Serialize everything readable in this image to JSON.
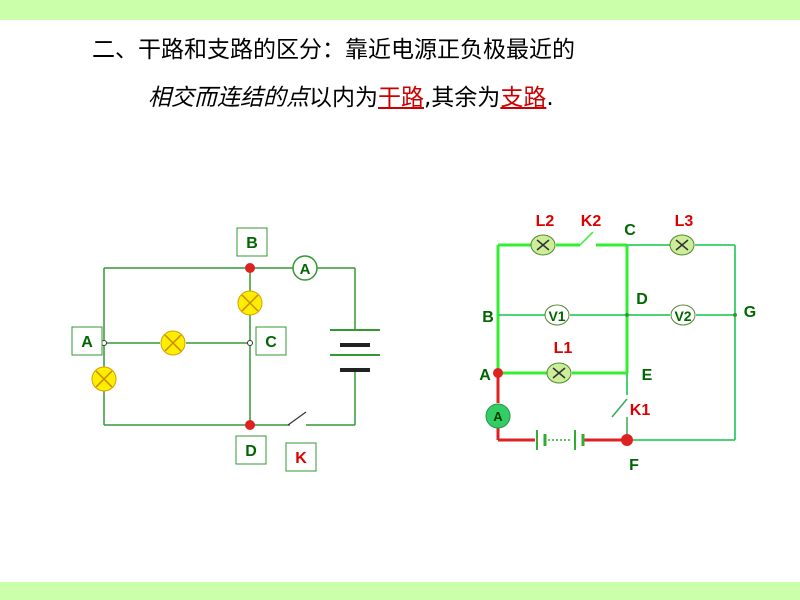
{
  "heading": {
    "line1": "二、干路和支路的区分：靠近电源正负极最近的",
    "line2_italic": "相交而连结的点",
    "line2_mid": "以内为",
    "trunk": "干路",
    "comma": ",其余为",
    "branch": "支路",
    "period": "."
  },
  "left_circuit": {
    "labels": {
      "B": "B",
      "A": "A",
      "C": "C",
      "D": "D",
      "K": "K",
      "ammeter": "A"
    }
  },
  "right_circuit": {
    "labels": {
      "L2": "L2",
      "K2": "K2",
      "C": "C",
      "L3": "L3",
      "B": "B",
      "V1": "V1",
      "D": "D",
      "V2": "V2",
      "G": "G",
      "L1": "L1",
      "A": "A",
      "E": "E",
      "K1": "K1",
      "ammeter": "A",
      "F": "F"
    }
  },
  "colors": {
    "band": "#ccffaa",
    "wire_left": "#339933",
    "wire_bright": "#33ee33",
    "wire_main": "#33cc66",
    "wire_red": "#dd2222",
    "node": "#dd2222",
    "label_green": "#006600",
    "label_red": "#dd0000",
    "lamp_yellow": "#ffee00"
  }
}
